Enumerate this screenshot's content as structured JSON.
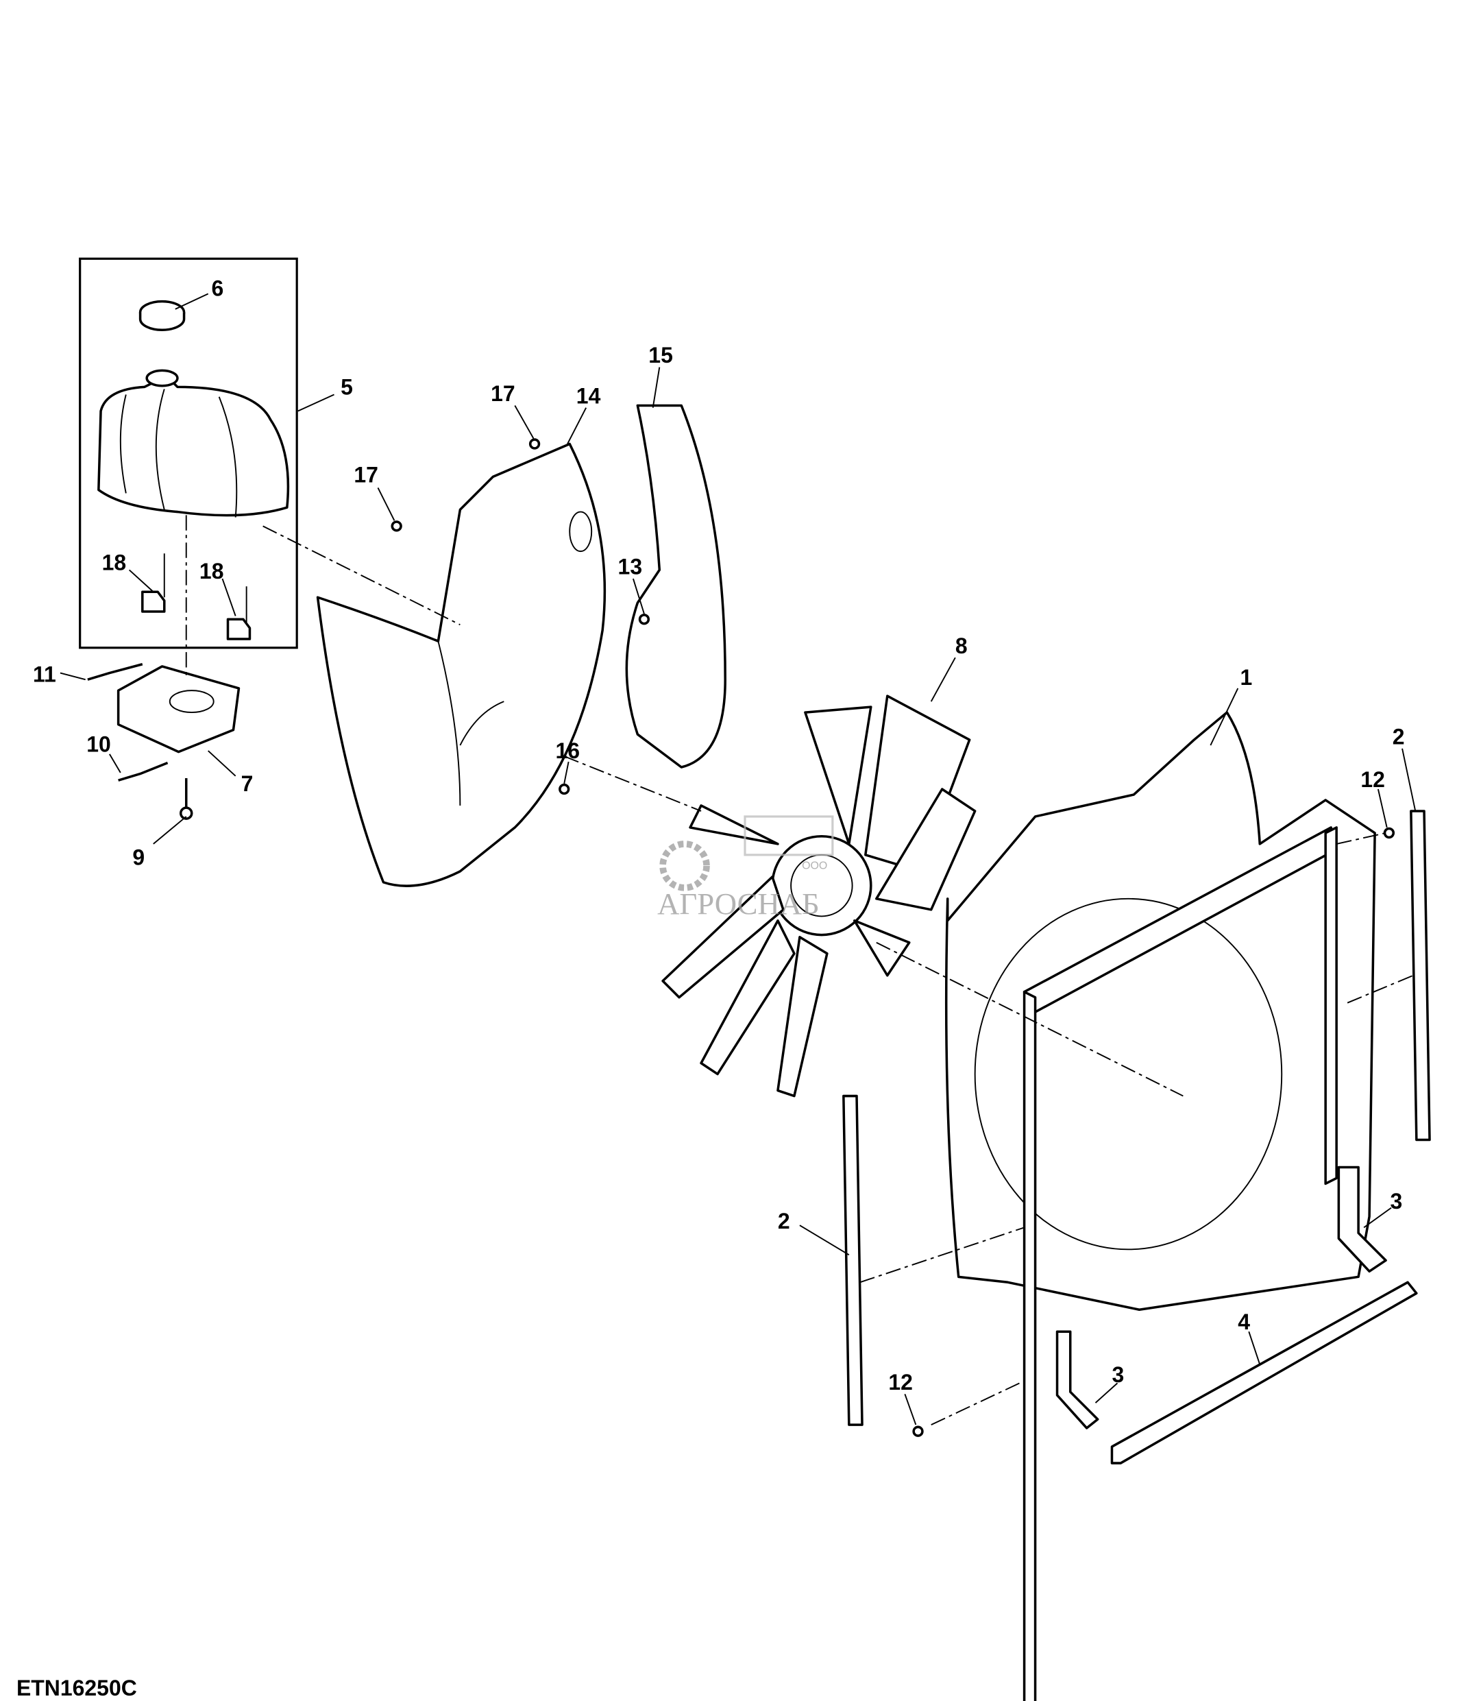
{
  "figure_id": "ETN16250C",
  "watermark": {
    "prefix": "ООО",
    "brand": "АГРОСНАБ"
  },
  "callouts": {
    "c6": "6",
    "c5": "5",
    "c17a": "17",
    "c14": "14",
    "c15": "15",
    "c17b": "17",
    "c13": "13",
    "c18a": "18",
    "c18b": "18",
    "c11": "11",
    "c10": "10",
    "c7": "7",
    "c9": "9",
    "c8": "8",
    "c1": "1",
    "c16": "16",
    "c2a": "2",
    "c12a": "12",
    "c2b": "2",
    "c3a": "3",
    "c4": "4",
    "c3b": "3",
    "c12b": "12"
  }
}
